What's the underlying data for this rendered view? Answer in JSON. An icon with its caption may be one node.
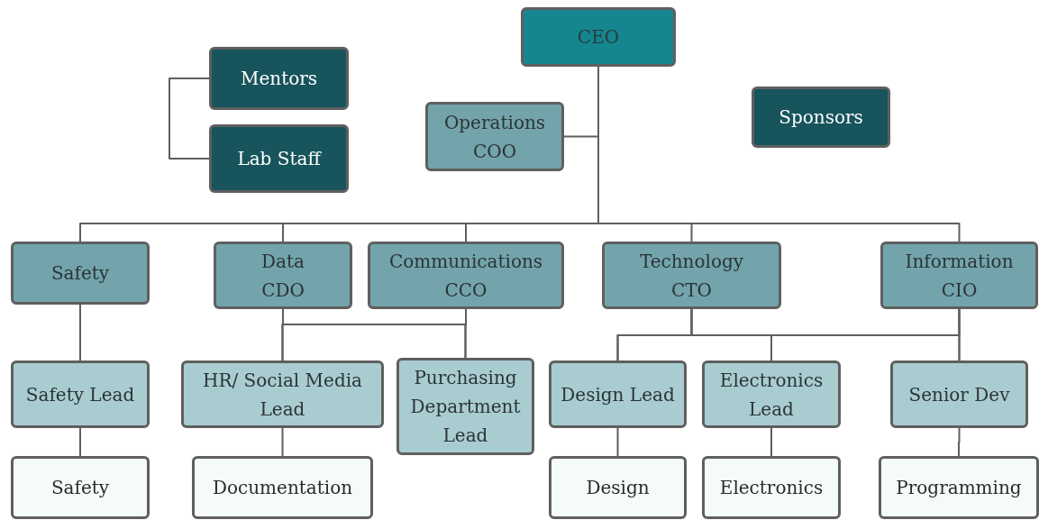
{
  "diagram": {
    "nodes": [
      {
        "text": [
          "CEO"
        ]
      },
      {
        "text": [
          "Mentors"
        ]
      },
      {
        "text": [
          "Lab Staff"
        ]
      },
      {
        "text": [
          "Operations",
          "COO"
        ]
      },
      {
        "text": [
          "Sponsors"
        ]
      },
      {
        "text": [
          "Safety"
        ]
      },
      {
        "text": [
          "Data",
          "CDO"
        ]
      },
      {
        "text": [
          "Communications",
          "CCO"
        ]
      },
      {
        "text": [
          "Technology",
          "CTO"
        ]
      },
      {
        "text": [
          "Information",
          "CIO"
        ]
      },
      {
        "text": [
          "Safety Lead"
        ]
      },
      {
        "text": [
          "HR/ Social Media Lead"
        ]
      },
      {
        "text": [
          "Purchasing Department Lead"
        ]
      },
      {
        "text": [
          "Design Lead"
        ]
      },
      {
        "text": [
          "Electronics Lead"
        ]
      },
      {
        "text": [
          "Senior Dev"
        ]
      },
      {
        "text": [
          "Safety"
        ]
      },
      {
        "text": [
          "Documentation"
        ]
      },
      {
        "text": [
          "Design"
        ]
      },
      {
        "text": [
          "Electronics"
        ]
      },
      {
        "text": [
          "Programming"
        ]
      }
    ],
    "edges": [
      {
        "from": 0,
        "to": 3,
        "arrow": "none"
      },
      {
        "from": 0,
        "to": 5,
        "arrow": "none"
      },
      {
        "from": 0,
        "to": 6,
        "arrow": "none"
      },
      {
        "from": 0,
        "to": 7,
        "arrow": "none"
      },
      {
        "from": 0,
        "to": 8,
        "arrow": "none"
      },
      {
        "from": 0,
        "to": 9,
        "arrow": "none"
      },
      {
        "from": 1,
        "to": 2,
        "arrow": "none"
      },
      {
        "from": 5,
        "to": 10,
        "arrow": "none"
      },
      {
        "from": 6,
        "to": 11,
        "arrow": "none"
      },
      {
        "from": 6,
        "to": 12,
        "arrow": "none"
      },
      {
        "from": 7,
        "to": 11,
        "arrow": "none"
      },
      {
        "from": 7,
        "to": 12,
        "arrow": "none"
      },
      {
        "from": 8,
        "to": 13,
        "arrow": "none"
      },
      {
        "from": 8,
        "to": 14,
        "arrow": "none"
      },
      {
        "from": 8,
        "to": 15,
        "arrow": "none"
      },
      {
        "from": 9,
        "to": 13,
        "arrow": "none"
      },
      {
        "from": 9,
        "to": 14,
        "arrow": "none"
      },
      {
        "from": 9,
        "to": 15,
        "arrow": "none"
      },
      {
        "from": 10,
        "to": 16,
        "arrow": "none"
      },
      {
        "from": 11,
        "to": 17,
        "arrow": "none"
      },
      {
        "from": 13,
        "to": 18,
        "arrow": "none"
      },
      {
        "from": 14,
        "to": 19,
        "arrow": "none"
      },
      {
        "from": 15,
        "to": 20,
        "arrow": "none"
      }
    ]
  }
}
